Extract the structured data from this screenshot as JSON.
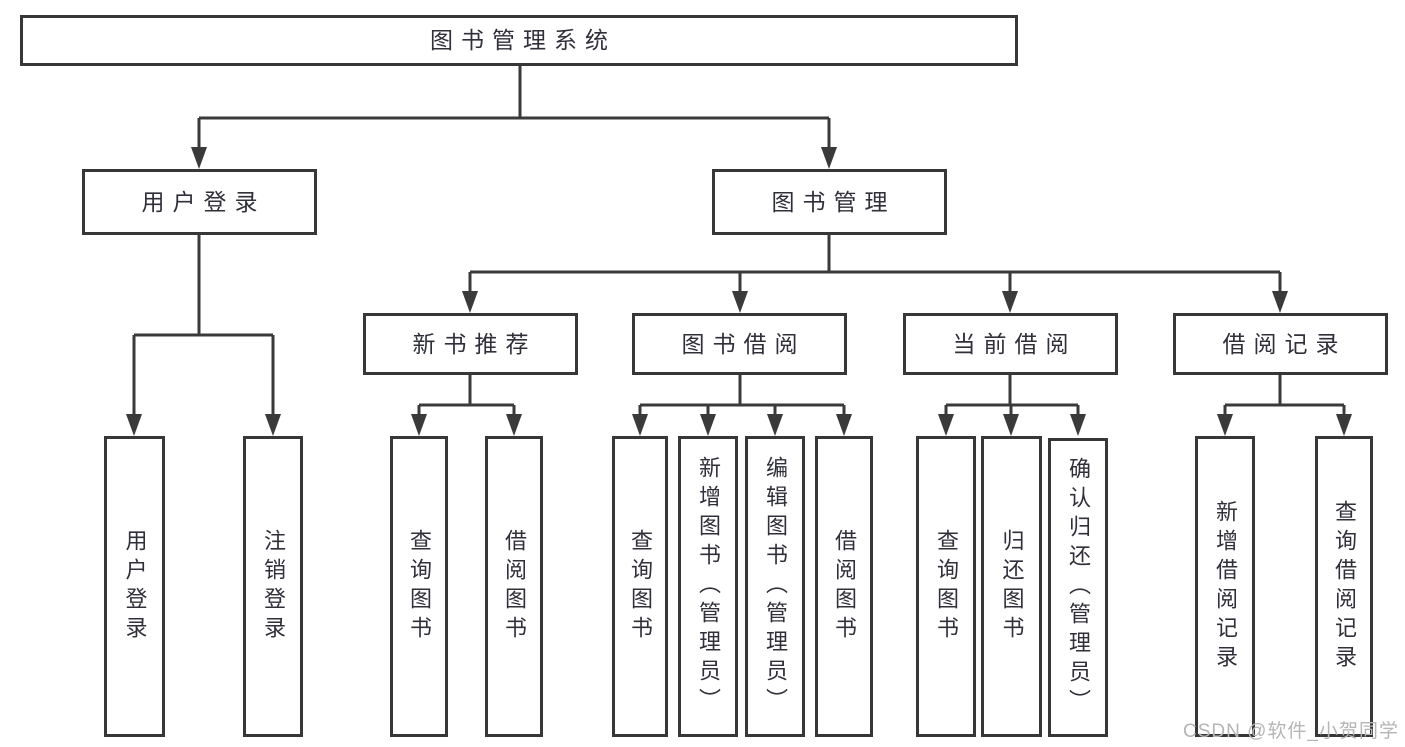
{
  "diagram_type": "hierarchy-tree",
  "colors": {
    "line": "#3a3a3a",
    "box_border": "#373737",
    "box_background": "#ffffff",
    "text": "#30303a",
    "watermark": "#b5b5b5",
    "page_background": "#ffffff"
  },
  "tree": {
    "root": {
      "label": "图书管理系统"
    },
    "children": [
      {
        "label": "用户登录",
        "children": [
          {
            "label": "用户登录"
          },
          {
            "label": "注销登录"
          }
        ]
      },
      {
        "label": "图书管理",
        "children": [
          {
            "label": "新书推荐",
            "children": [
              {
                "label": "查询图书"
              },
              {
                "label": "借阅图书"
              }
            ]
          },
          {
            "label": "图书借阅",
            "children": [
              {
                "label": "查询图书"
              },
              {
                "label": "新增图书（管理员）"
              },
              {
                "label": "编辑图书（管理员）"
              },
              {
                "label": "借阅图书"
              }
            ]
          },
          {
            "label": "当前借阅",
            "children": [
              {
                "label": "查询图书"
              },
              {
                "label": "归还图书"
              },
              {
                "label": "确认归还（管理员）"
              }
            ]
          },
          {
            "label": "借阅记录",
            "children": [
              {
                "label": "新增借阅记录"
              },
              {
                "label": "查询借阅记录"
              }
            ]
          }
        ]
      }
    ]
  },
  "watermark": {
    "text": "CSDN @软件_小贺同学"
  }
}
